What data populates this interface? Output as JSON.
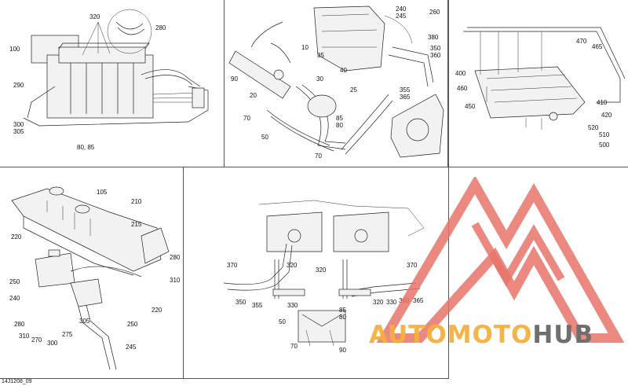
{
  "callouts": {
    "p1": [
      "320",
      "280",
      "100",
      "290",
      "300",
      "305",
      "80, 85"
    ],
    "p2": [
      "240",
      "245",
      "260",
      "10",
      "35",
      "380",
      "350",
      "360",
      "90",
      "40",
      "30",
      "25",
      "20",
      "355",
      "365",
      "70",
      "85",
      "80",
      "50",
      "70"
    ],
    "p3": [
      "470",
      "465",
      "400",
      "460",
      "450",
      "410",
      "420",
      "520",
      "510",
      "500"
    ],
    "p4": [
      "105",
      "210",
      "215",
      "220",
      "280",
      "310",
      "250",
      "240",
      "220",
      "280",
      "310",
      "270",
      "300",
      "275",
      "305",
      "250",
      "245"
    ],
    "p5": [
      "370",
      "320",
      "320",
      "370",
      "350",
      "355",
      "330",
      "320",
      "330",
      "360",
      "365",
      "85",
      "80",
      "50",
      "70",
      "90"
    ]
  },
  "reference_code": "14J1208_09",
  "watermark": {
    "brand_a": "AUTOMOTO",
    "brand_b": "HUB",
    "colors": {
      "red": "#e8746b",
      "orange": "#f5b13c",
      "gray": "#6f6f6f"
    }
  }
}
